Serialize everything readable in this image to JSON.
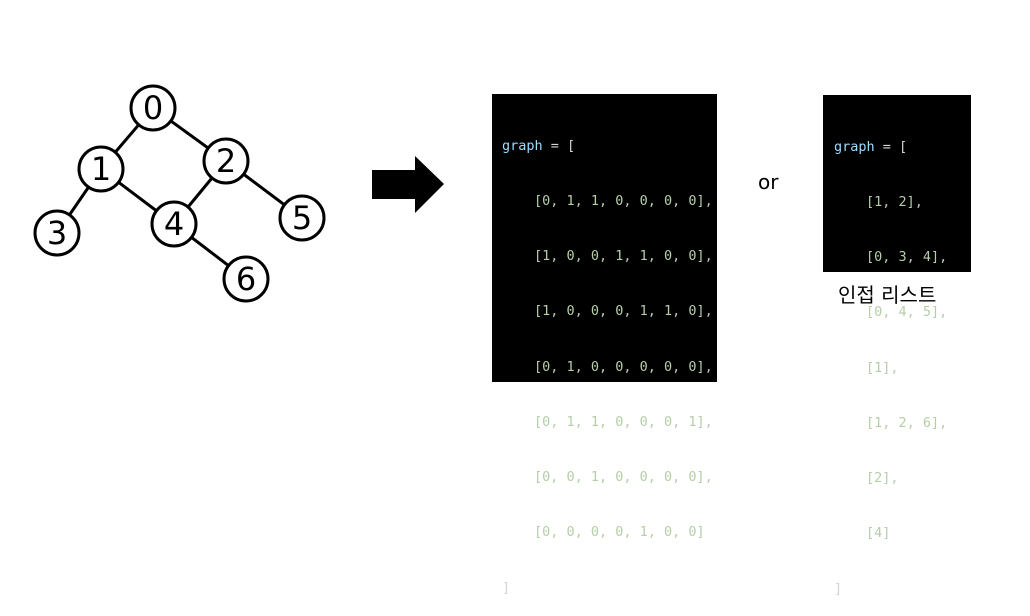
{
  "graph": {
    "nodes": [
      "0",
      "1",
      "2",
      "3",
      "4",
      "5",
      "6"
    ],
    "edges": [
      [
        "0",
        "1"
      ],
      [
        "0",
        "2"
      ],
      [
        "1",
        "3"
      ],
      [
        "1",
        "4"
      ],
      [
        "2",
        "4"
      ],
      [
        "2",
        "5"
      ],
      [
        "4",
        "6"
      ]
    ]
  },
  "arrow": {
    "icon": "right-arrow-icon"
  },
  "matrix_code": {
    "head_kw": "graph",
    "head_op": " = [",
    "rows": [
      "[0, 1, 1, 0, 0, 0, 0],",
      "[1, 0, 0, 1, 1, 0, 0],",
      "[1, 0, 0, 0, 1, 1, 0],",
      "[0, 1, 0, 0, 0, 0, 0],",
      "[0, 1, 1, 0, 0, 0, 1],",
      "[0, 0, 1, 0, 0, 0, 0],",
      "[0, 0, 0, 0, 1, 0, 0]"
    ],
    "close": "]"
  },
  "separator": "or",
  "list_code": {
    "head_kw": "graph",
    "head_op": " = [",
    "rows": [
      "[1, 2],",
      "[0, 3, 4],",
      "[0, 4, 5],",
      "[1],",
      "[1, 2, 6],",
      "[2],",
      "[4]"
    ],
    "close": "]"
  },
  "list_caption": "인접 리스트",
  "colors": {
    "keyword": "#9cdcfe",
    "number": "#b5cea8",
    "bracket": "#d4d4d4",
    "panel": "#000000"
  }
}
